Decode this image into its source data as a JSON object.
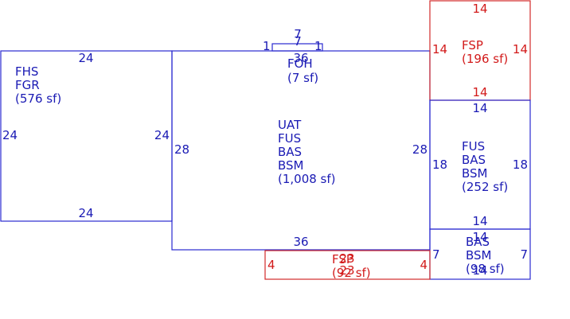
{
  "colors": {
    "blue": "#1a1ab4",
    "red": "#d21a1a"
  },
  "areas": {
    "fhs": {
      "lines": [
        "FHS",
        "FGR",
        "(576 sf)"
      ],
      "color": "blue"
    },
    "main": {
      "lines": [
        "UAT",
        "FUS",
        "BAS",
        "BSM",
        "(1,008 sf)"
      ],
      "color": "blue"
    },
    "foh": {
      "lines": [
        "FOH",
        "(7 sf)"
      ],
      "color": "blue"
    },
    "fsp_top": {
      "lines": [
        "FSP",
        "(196 sf)"
      ],
      "color": "red"
    },
    "fus_right": {
      "lines": [
        "FUS",
        "BAS",
        "BSM",
        "(252 sf)"
      ],
      "color": "blue"
    },
    "bas_bottom": {
      "lines": [
        "BAS",
        "BSM",
        "(98 sf)"
      ],
      "color": "blue"
    },
    "fsp_bottom": {
      "lines": [
        "FSP",
        "(92 sf)"
      ],
      "color": "red"
    }
  },
  "dimensions": {
    "fhs_top": "24",
    "fhs_bottom": "24",
    "fhs_left": "24",
    "fhs_right": "24",
    "main_left": "28",
    "main_right": "28",
    "main_top": "36",
    "main_bottom": "36",
    "foh_top_a": "7",
    "foh_top_b": "7",
    "foh_left": "1",
    "foh_right": "1",
    "fsp_top_top": "14",
    "fsp_top_left": "14",
    "fsp_top_right": "14",
    "fsp_top_bottom": "14",
    "fus_top": "14",
    "fus_left": "18",
    "fus_right": "18",
    "fus_bottom": "14",
    "bas_top": "14",
    "bas_left": "7",
    "bas_right": "7",
    "bas_bottom": "14",
    "fspb_left": "4",
    "fspb_right": "4",
    "fspb_top": "23",
    "fspb_bottom": "23"
  }
}
